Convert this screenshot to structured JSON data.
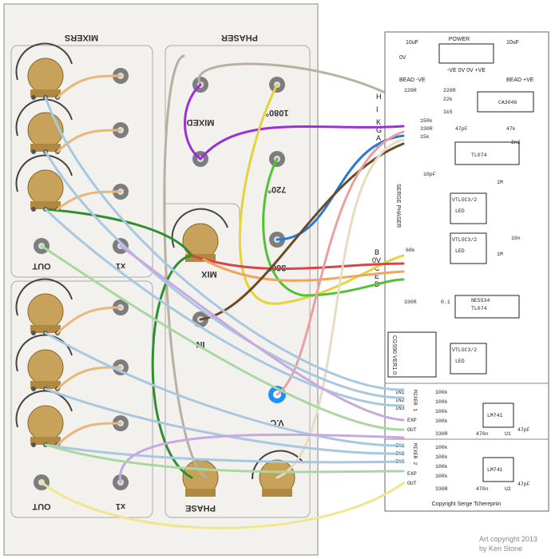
{
  "panel": {
    "mixers_title": "MIXERS",
    "phaser_title": "PHASER",
    "mixer1_out_label": "OUT",
    "mixer1_x1_label": "x1",
    "mixer2_out_label": "OUT",
    "mixer2_x1_label": "x1",
    "mixed_label": "MIXED",
    "deg1080_label": "1080°",
    "deg720_label": "720°",
    "deg360_label": "360°",
    "mix_label": "MIX",
    "in_label": "IN",
    "vc_label": "V.C",
    "phase_label": "PHASE"
  },
  "pcb": {
    "power_label": "POWER",
    "power_pins": "-VE  0V  0V  +VE",
    "cap_10uf_left": "10uF",
    "cap_10uf_right": "10uF",
    "ov": "0V",
    "bead_neg": "BEAD -VE",
    "bead_pos": "BEAD +VE",
    "r220r_a": "220R",
    "r220r_b": "220R",
    "r22k": "22k",
    "r1k5": "1k5",
    "ca3046": "CA3046",
    "r150k": "150k",
    "r330r": "330R",
    "r15k": "15k",
    "r47pf": "47pF",
    "r47k": "47k",
    "ic_tl074": "TL074",
    "ic_ne": "NE5534",
    "c10pf": "10pF",
    "c2n2": "2n2",
    "m1": "1M",
    "r100k": "100k",
    "c470n": "470n",
    "c10n": "10n",
    "vactrol": "VTL5C3/2",
    "led": "LED",
    "r68k": "68k",
    "r330r_b": "330R",
    "serge_phaser": "SERGE PHASER",
    "cgs": "CGS90 VER1.0",
    "c01": "0.1",
    "lm741": "LM741",
    "u1": "U1",
    "u2": "U2",
    "copyright": "Copyright Serge Tcherepnin",
    "row_labels_top": [
      "H",
      "I",
      "K",
      "G",
      "A",
      "F"
    ],
    "row_labels_mid": [
      "B",
      "0V",
      "C",
      "E",
      "D"
    ],
    "mixer_pins": [
      "IN1",
      "IN2",
      "IN3",
      "EXP",
      "OUT"
    ],
    "mixer_title": "MIXER 1",
    "mixer_title2": "MIXER 2"
  },
  "credit_line1": "Art copyright 2013",
  "credit_line2": "by Ken Stone",
  "colors": {
    "panel": "#f2f1ee",
    "panel_border": "#9a9a96",
    "pcb": "#ffffff",
    "pot_body": "#c8a25a",
    "jack_ring": "#7d7d7d",
    "vc_jack": "#1e90ff"
  }
}
